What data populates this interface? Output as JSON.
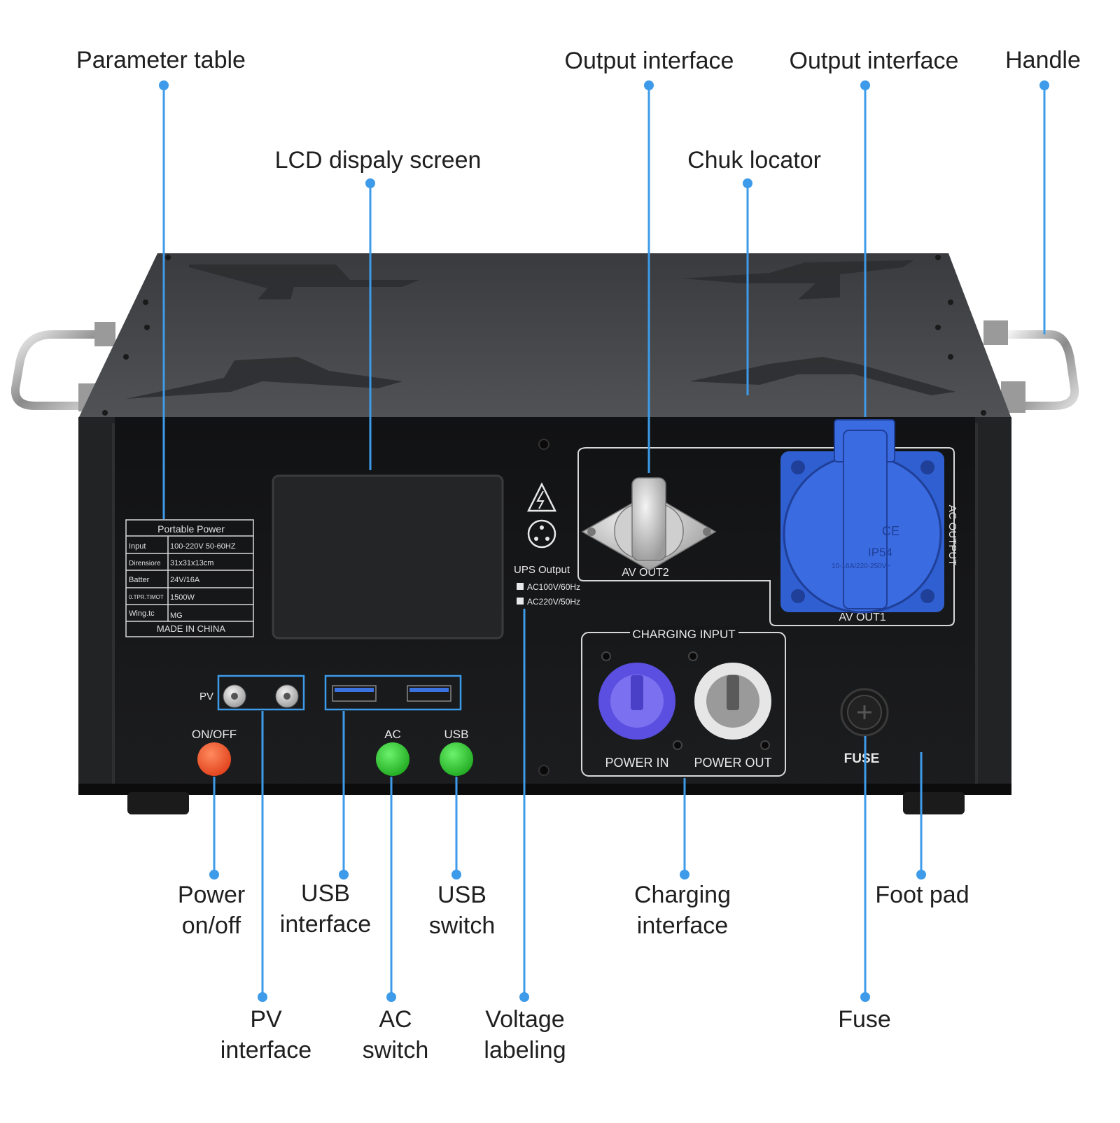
{
  "callouts": {
    "parameter_table": "Parameter table",
    "output_interface_1": "Output interface",
    "output_interface_2": "Output interface",
    "handle": "Handle",
    "lcd_screen": "LCD dispaly screen",
    "chuk_locator": "Chuk locator",
    "power_onoff": "Power\non/off",
    "usb_interface": "USB\ninterface",
    "usb_switch": "USB\nswitch",
    "charging_interface": "Charging\ninterface",
    "foot_pad": "Foot pad",
    "pv_interface": "PV\ninterface",
    "ac_switch": "AC\nswitch",
    "voltage_labeling": "Voltage\nlabeling",
    "fuse": "Fuse"
  },
  "spec_table": {
    "title": "Portable Power",
    "rows": [
      {
        "key": "Input",
        "value": "100-220V  50-60HZ"
      },
      {
        "key": "Dirensiore",
        "value": "31x31x13cm"
      },
      {
        "key": "Batter",
        "value": "24V/16A"
      },
      {
        "key": "0.TPR.TIMOT",
        "value": "1500W"
      },
      {
        "key": "Wing.tc",
        "value": "MG"
      }
    ],
    "footer": "MADE IN CHINA"
  },
  "panel_labels": {
    "pv": "PV",
    "on_off": "ON/OFF",
    "ac": "AC",
    "usb": "USB",
    "ups_output": "UPS  Output",
    "ac100": "AC100V/60Hz",
    "ac220": "AC220V/50Hz",
    "charging_input": "CHARGING INPUT",
    "power_in": "POWER IN",
    "power_out": "POWER OUT",
    "fuse": "FUSE",
    "av_out2": "AV OUT2",
    "av_out1": "AV OUT1",
    "ac_output": "AC OUTPUT",
    "socket_ce": "CE",
    "socket_ip": "IP54",
    "socket_rating": "10-16A/220-250V~"
  },
  "colors": {
    "leader_line": "#3d9be9",
    "on_off_button": "#f05a2e",
    "switch_button": "#2fd12f",
    "socket_blue": "#2f5fd0",
    "power_in_blue": "#5a4fe0"
  }
}
